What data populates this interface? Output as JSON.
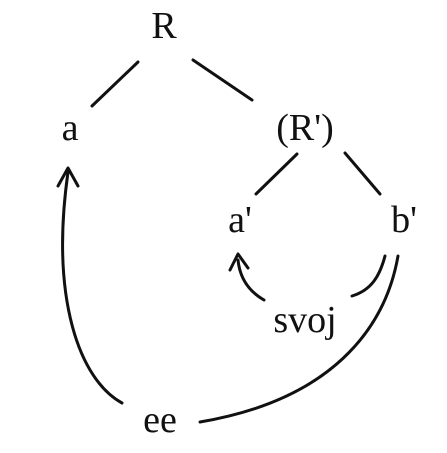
{
  "diagram": {
    "nodes": {
      "root": "R",
      "a": "a",
      "r_prime": "(R')",
      "a_prime": "a'",
      "b_prime": "b'",
      "svoj": "svoj",
      "ee": "ee"
    }
  }
}
